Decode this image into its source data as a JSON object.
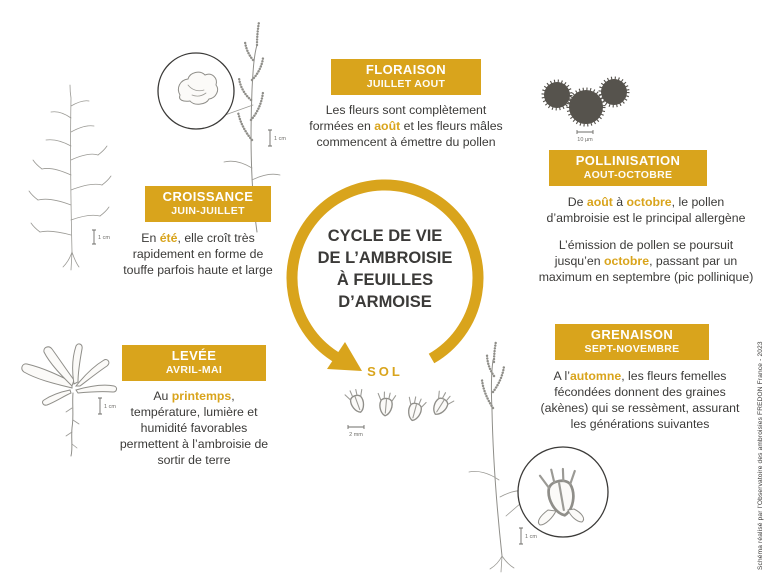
{
  "colors": {
    "accent": "#D9A41C",
    "text": "#3B3A38"
  },
  "center": {
    "title_lines": [
      "CYCLE DE VIE",
      "DE L’AMBROISIE",
      "À FEUILLES",
      "D’ARMOISE"
    ],
    "sol_label": "SOL",
    "seed_scale": "2 mm"
  },
  "stages": [
    {
      "key": "floraison",
      "title": "FLORAISON",
      "period": "JUILLET AOUT",
      "paragraphs": [
        [
          {
            "t": "Les fleurs sont complètement"
          },
          {
            "br": true
          },
          {
            "t": "formées en "
          },
          {
            "t": "août",
            "hl": true
          },
          {
            "t": " et les fleurs mâles"
          },
          {
            "br": true
          },
          {
            "t": "commencent à émettre du pollen"
          }
        ]
      ]
    },
    {
      "key": "pollinisation",
      "title": "POLLINISATION",
      "period": "AOUT-OCTOBRE",
      "paragraphs": [
        [
          {
            "t": "De "
          },
          {
            "t": "août",
            "hl": true
          },
          {
            "t": " à "
          },
          {
            "t": "octobre",
            "hl": true
          },
          {
            "t": ", le pollen"
          },
          {
            "br": true
          },
          {
            "t": "d’ambroisie est le principal allergène"
          }
        ],
        [
          {
            "t": "L’émission de pollen se poursuit"
          },
          {
            "br": true
          },
          {
            "t": "jusqu’en "
          },
          {
            "t": "octobre",
            "hl": true
          },
          {
            "t": ", passant par un"
          },
          {
            "br": true
          },
          {
            "t": "maximum en septembre (pic pollinique)"
          }
        ]
      ]
    },
    {
      "key": "grenaison",
      "title": "GRENAISON",
      "period": "SEPT-NOVEMBRE",
      "paragraphs": [
        [
          {
            "t": "A l’"
          },
          {
            "t": "automne",
            "hl": true
          },
          {
            "t": ", les fleurs femelles"
          },
          {
            "br": true
          },
          {
            "t": "fécondées donnent des graines"
          },
          {
            "br": true
          },
          {
            "t": "(akènes) qui se ressèment, assurant"
          },
          {
            "br": true
          },
          {
            "t": "les générations suivantes"
          }
        ]
      ]
    },
    {
      "key": "levee",
      "title": "LEVÉE",
      "period": "AVRIL-MAI",
      "paragraphs": [
        [
          {
            "t": "Au "
          },
          {
            "t": "printemps",
            "hl": true
          },
          {
            "t": ","
          },
          {
            "br": true
          },
          {
            "t": "température, lumière et"
          },
          {
            "br": true
          },
          {
            "t": "humidité favorables"
          },
          {
            "br": true
          },
          {
            "t": "permettent à l’ambroisie de"
          },
          {
            "br": true
          },
          {
            "t": "sortir de terre"
          }
        ]
      ]
    },
    {
      "key": "croissance",
      "title": "CROISSANCE",
      "period": "JUIN-JUILLET",
      "paragraphs": [
        [
          {
            "t": "En "
          },
          {
            "t": "été",
            "hl": true
          },
          {
            "t": ", elle croît très"
          },
          {
            "br": true
          },
          {
            "t": "rapidement en forme de"
          },
          {
            "br": true
          },
          {
            "t": "touffe parfois haute et large"
          }
        ]
      ]
    }
  ],
  "scales": {
    "left_plant": "1 cm",
    "top_plant": "1 cm",
    "rosette": "1 cm",
    "bottom_plant": "1 cm",
    "pollen": "10 µm"
  },
  "credit": "Schéma réalisé par l’Observatoire des ambroisies FREDON France - 2023"
}
